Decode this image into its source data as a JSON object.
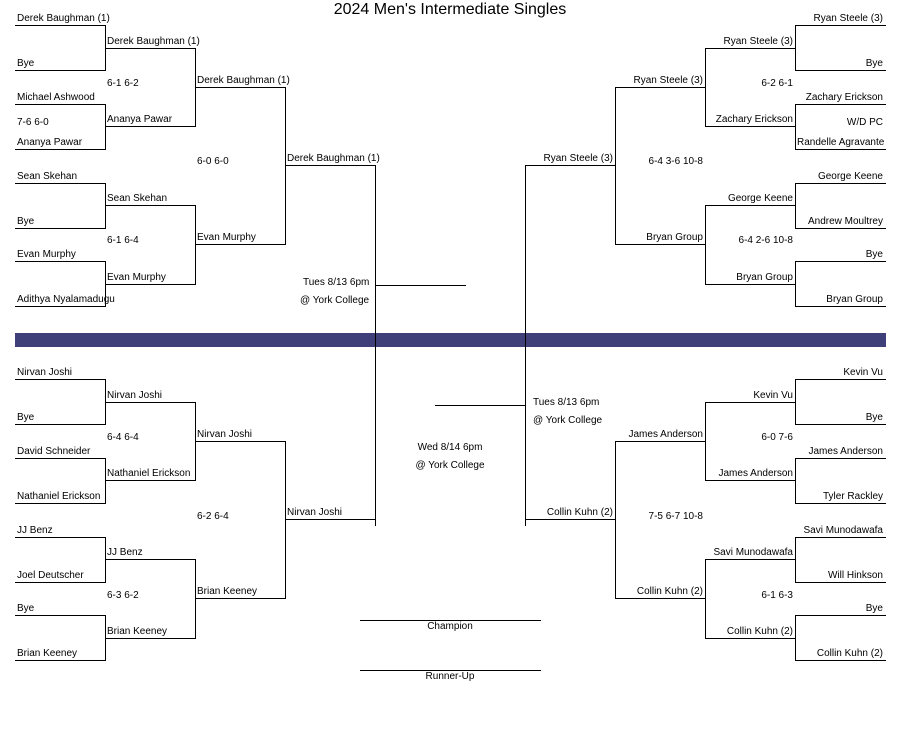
{
  "title": "2024 Men's Intermediate Singles",
  "colors": {
    "divider": "#3f3f7a",
    "lines": "#000000"
  },
  "left_top": {
    "r1": [
      "Derek Baughman (1)",
      "Bye",
      "Michael Ashwood",
      "Ananya Pawar",
      "Sean Skehan",
      "Bye",
      "Evan Murphy",
      "Adithya Nyalamadugu"
    ],
    "r2": [
      "Derek Baughman (1)",
      "Ananya Pawar",
      "Sean Skehan",
      "Evan Murphy"
    ],
    "r3": [
      "Derek Baughman (1)",
      "Evan Murphy"
    ],
    "r4": "Derek Baughman (1)",
    "scores": {
      "m1": "6-1 6-2",
      "m2": "7-6 6-0",
      "m3": "6-1 6-4",
      "sf": "6-0 6-0"
    }
  },
  "left_bottom": {
    "r1": [
      "Nirvan Joshi",
      "Bye",
      "David Schneider",
      "Nathaniel Erickson",
      "JJ Benz",
      "Joel Deutscher",
      "Bye",
      "Brian Keeney"
    ],
    "r2": [
      "Nirvan Joshi",
      "Nathaniel Erickson",
      "JJ Benz",
      "Brian Keeney"
    ],
    "r3": [
      "Nirvan Joshi",
      "Brian Keeney"
    ],
    "r4": "Nirvan Joshi",
    "scores": {
      "m1": "6-4 6-4",
      "m2": "6-3 6-2",
      "sf": "6-2 6-4"
    }
  },
  "right_top": {
    "r1": [
      "Ryan Steele (3)",
      "Bye",
      "Zachary Erickson",
      "Randelle Agravante",
      "George Keene",
      "Andrew Moultrey",
      "Bye",
      "Bryan Group"
    ],
    "r2": [
      "Ryan Steele (3)",
      "Zachary Erickson",
      "George Keene",
      "Bryan Group"
    ],
    "r3": [
      "Ryan Steele (3)",
      "Bryan Group"
    ],
    "r4": "Ryan Steele (3)",
    "scores": {
      "m1": "6-2 6-1",
      "m2": "W/D PC",
      "m3": "6-4 2-6 10-8",
      "sf": "6-4 3-6 10-8"
    }
  },
  "right_bottom": {
    "r1": [
      "Kevin Vu",
      "Bye",
      "James Anderson",
      "Tyler Rackley",
      "Savi Munodawafa",
      "Will Hinkson",
      "Bye",
      "Collin Kuhn (2)"
    ],
    "r2": [
      "Kevin Vu",
      "James Anderson",
      "Savi Munodawafa",
      "Collin Kuhn (2)"
    ],
    "r3": [
      "James Anderson",
      "Collin Kuhn (2)"
    ],
    "r4": "Collin Kuhn (2)",
    "scores": {
      "m1": "6-0 7-6",
      "m2": "6-1 6-3",
      "sf": "7-5 6-7 10-8"
    }
  },
  "schedule": {
    "left_semi_time": "Tues 8/13 6pm",
    "left_semi_place": "@ York College",
    "right_semi_time": "Tues 8/13 6pm",
    "right_semi_place": "@ York College",
    "final_time": "Wed 8/14 6pm",
    "final_place": "@ York College"
  },
  "champion_label": "Champion",
  "runner_up_label": "Runner-Up"
}
